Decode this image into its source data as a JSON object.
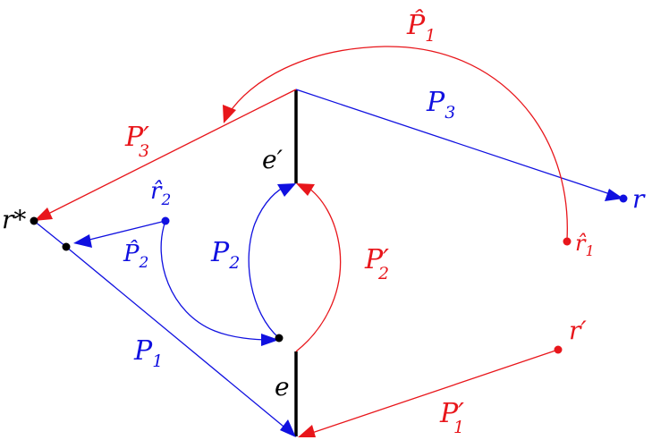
{
  "colors": {
    "red": "#e8161b",
    "blue": "#1010e0",
    "black": "#000000"
  },
  "labels": {
    "P_hat_1": "P̂",
    "P_hat_1_sub": "1",
    "P3": "P",
    "P3_sub": "3",
    "P3_prime": "P′",
    "P3_prime_sub": "3",
    "e_prime": "e′",
    "r": "r",
    "r_star": "r*",
    "r_hat_2": "r̂",
    "r_hat_2_sub": "2",
    "r_hat_1": "r̂",
    "r_hat_1_sub": "1",
    "P_hat_2": "P̂",
    "P_hat_2_sub": "2",
    "P2": "P",
    "P2_sub": "2",
    "P2_prime": "P′",
    "P2_prime_sub": "2",
    "r_prime": "r′",
    "P1": "P",
    "P1_sub": "1",
    "e": "e",
    "P1_prime": "P′",
    "P1_prime_sub": "1"
  }
}
